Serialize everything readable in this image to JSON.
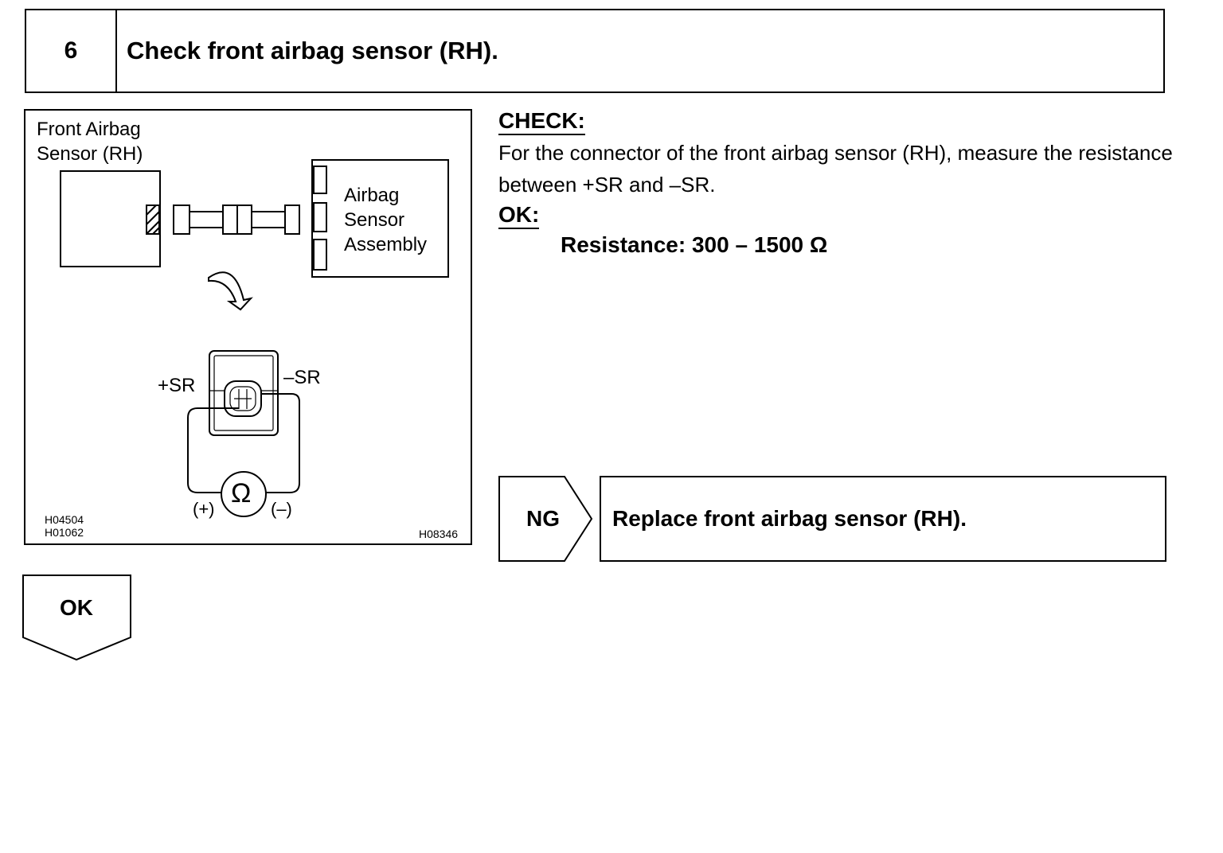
{
  "step": {
    "number": "6",
    "title": "Check front airbag sensor (RH)."
  },
  "diagram": {
    "sensor_label_line1": "Front Airbag",
    "sensor_label_line2": "Sensor (RH)",
    "assembly_label_line1": "Airbag",
    "assembly_label_line2": "Sensor",
    "assembly_label_line3": "Assembly",
    "terminal_plus": "+SR",
    "terminal_minus": "–SR",
    "ohm_symbol": "Ω",
    "meter_plus": "(+)",
    "meter_minus": "(–)",
    "code_1": "H04504",
    "code_2": "H01062",
    "code_3": "H08346"
  },
  "check": {
    "heading": "CHECK:",
    "text": "For the connector of the front airbag sensor (RH), measure the resistance between +SR and –SR.",
    "ok_heading": "OK:",
    "spec": "Resistance: 300 – 1500 Ω"
  },
  "results": {
    "ng_label": "NG",
    "ng_action": "Replace front airbag sensor (RH).",
    "ok_label": "OK"
  }
}
